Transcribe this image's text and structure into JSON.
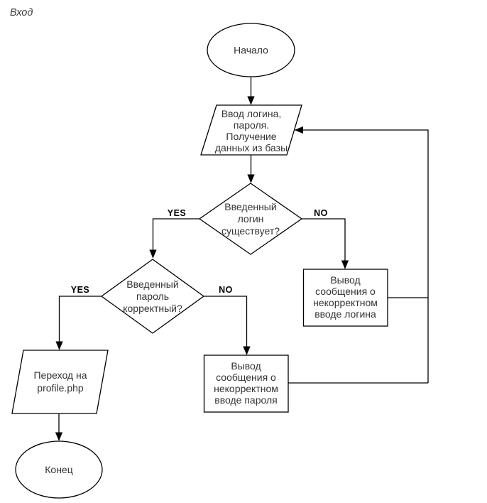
{
  "page": {
    "title": "Вход",
    "background_color": "#ffffff"
  },
  "colors": {
    "shape_fill": "#ffffff",
    "shape_stroke": "#000000",
    "node_text": "#333333",
    "edge_label_text": "#000000",
    "title_text": "#3c3c3c"
  },
  "nodes": {
    "start": {
      "type": "ellipse",
      "label": "Начало"
    },
    "input": {
      "type": "parallelogram",
      "lines": [
        "Ввод логина,",
        "пароля.",
        "Получение",
        "данных из базы"
      ]
    },
    "decision_login": {
      "type": "diamond",
      "lines": [
        "Введенный",
        "логин",
        "существует?"
      ]
    },
    "decision_password": {
      "type": "diamond",
      "lines": [
        "Введенный",
        "пароль",
        "корректный?"
      ]
    },
    "error_login": {
      "type": "rect",
      "lines": [
        "Вывод",
        "сообщения о",
        "некорректном",
        "вводе логина"
      ]
    },
    "error_password": {
      "type": "rect",
      "lines": [
        "Вывод",
        "сообщения о",
        "некорректном",
        "вводе пароля"
      ]
    },
    "redirect": {
      "type": "parallelogram",
      "lines": [
        "Переход на",
        "profile.php"
      ]
    },
    "end": {
      "type": "ellipse",
      "label": "Конец"
    }
  },
  "edges": [
    {
      "from": "start",
      "to": "input",
      "label": ""
    },
    {
      "from": "input",
      "to": "decision_login",
      "label": ""
    },
    {
      "from": "decision_login",
      "to": "decision_password",
      "label": "YES"
    },
    {
      "from": "decision_login",
      "to": "error_login",
      "label": "NO"
    },
    {
      "from": "decision_password",
      "to": "redirect",
      "label": "YES"
    },
    {
      "from": "decision_password",
      "to": "error_password",
      "label": "NO"
    },
    {
      "from": "redirect",
      "to": "end",
      "label": ""
    },
    {
      "from": "error_login",
      "to": "input",
      "label": ""
    },
    {
      "from": "error_password",
      "to": "input",
      "label": ""
    }
  ]
}
